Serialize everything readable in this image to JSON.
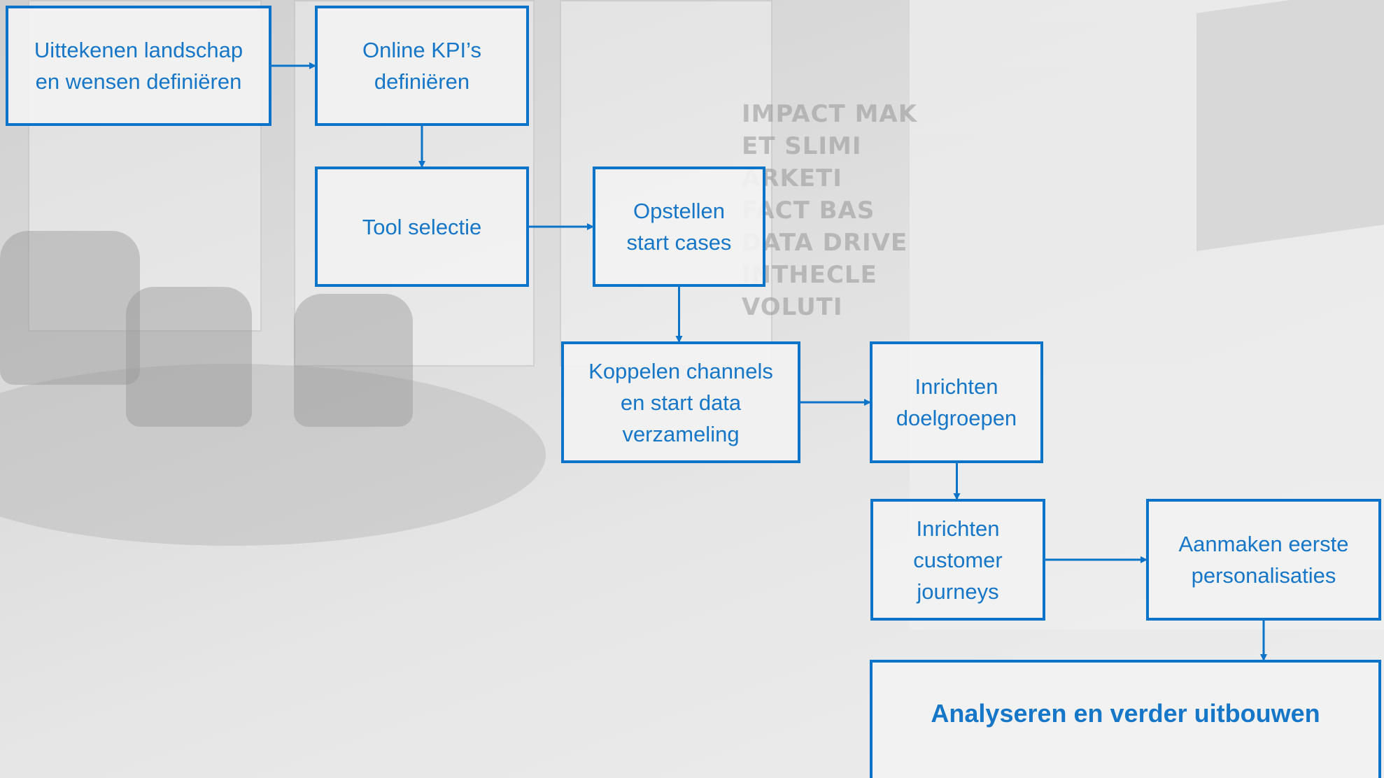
{
  "diagram": {
    "accent_color": "#0b74c9",
    "text_color": "#1676c7",
    "background_glass_text": "IMPACT MAK\nET SLIMI\nARKETI\nFACT BAS\nDATA DRIVE\nINTHECLE\nVOLUTI",
    "nodes": [
      {
        "id": "n1",
        "label": "Uittekenen landschap\nen wensen definiëren"
      },
      {
        "id": "n2",
        "label": "Online KPI’s\ndefiniëren"
      },
      {
        "id": "n3",
        "label": "Tool selectie"
      },
      {
        "id": "n4",
        "label": "Opstellen\nstart cases"
      },
      {
        "id": "n5",
        "label": "Koppelen channels\nen start data\nverzameling"
      },
      {
        "id": "n6",
        "label": "Inrichten\ndoelgroepen"
      },
      {
        "id": "n7",
        "label": "Inrichten\ncustomer\njourneys"
      },
      {
        "id": "n8",
        "label": "Aanmaken eerste\npersonalisaties"
      },
      {
        "id": "n9",
        "label": "Analyseren en verder uitbouwen"
      }
    ],
    "edges": [
      {
        "from": "n1",
        "to": "n2"
      },
      {
        "from": "n2",
        "to": "n3"
      },
      {
        "from": "n3",
        "to": "n4"
      },
      {
        "from": "n4",
        "to": "n5"
      },
      {
        "from": "n5",
        "to": "n6"
      },
      {
        "from": "n6",
        "to": "n7"
      },
      {
        "from": "n7",
        "to": "n8"
      },
      {
        "from": "n8",
        "to": "n9"
      }
    ]
  }
}
